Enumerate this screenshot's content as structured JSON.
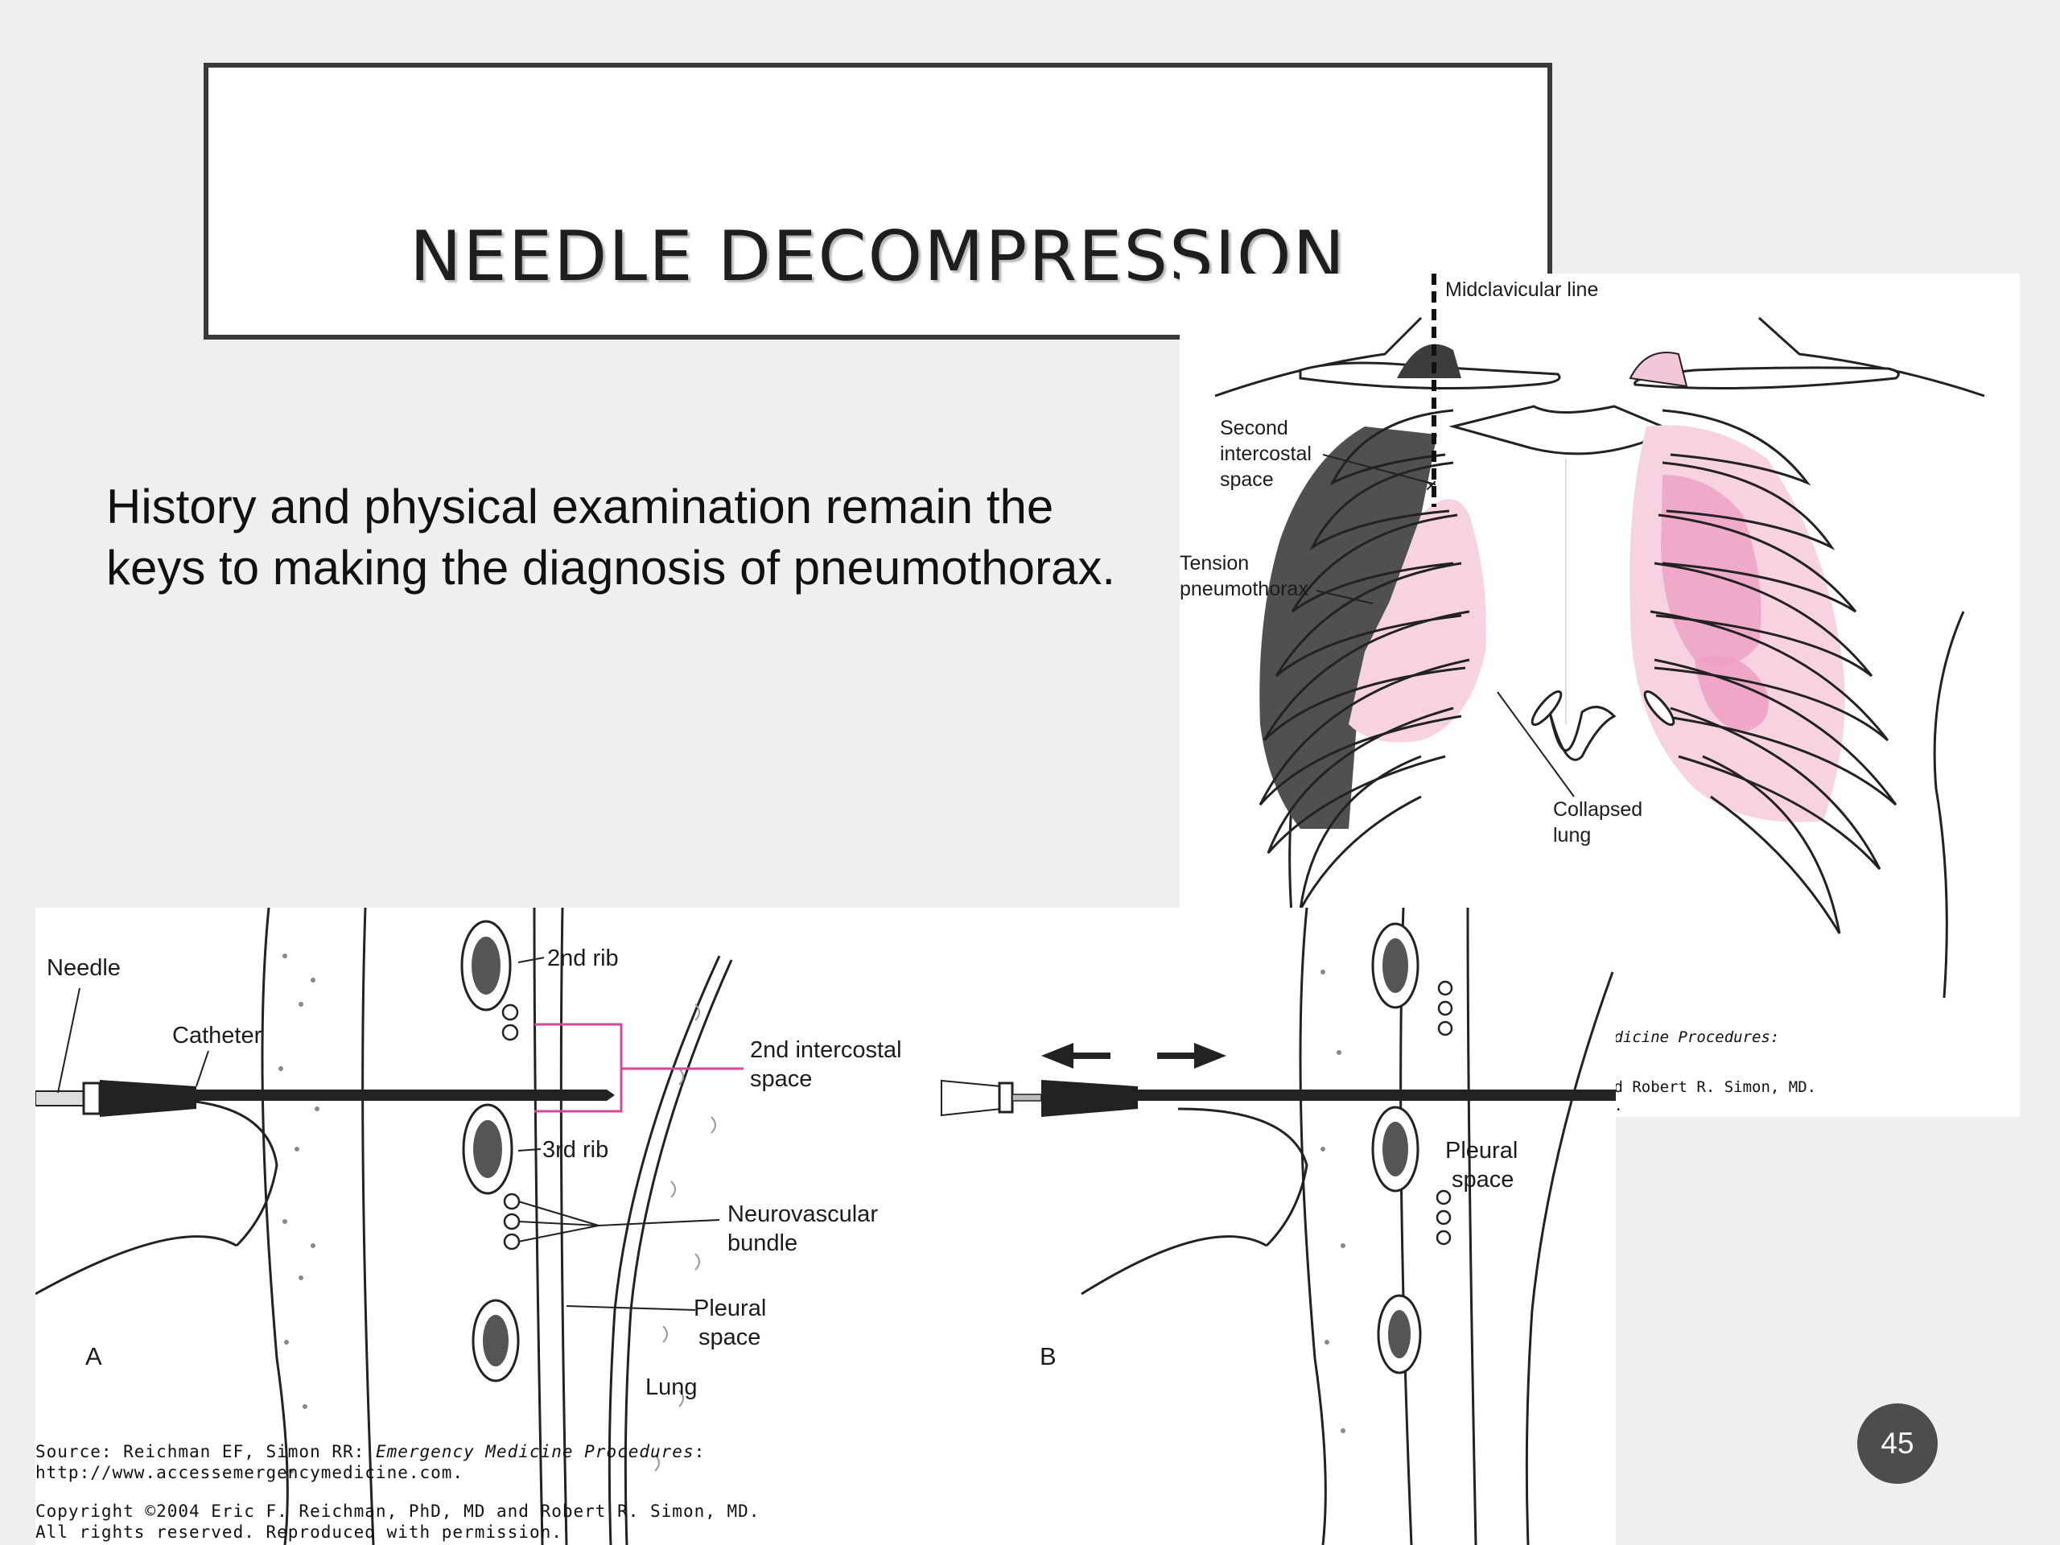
{
  "slide": {
    "title": "NEEDLE DECOMPRESSION",
    "body": "History and physical examination remain the keys to making the diagnosis of pneumothorax.",
    "page_number": "45"
  },
  "chest_figure": {
    "labels": {
      "midclavicular": "Midclavicular line",
      "second_ic_1": "Second",
      "second_ic_2": "intercostal",
      "second_ic_3": "space",
      "tension_1": "Tension",
      "tension_2": "pneumothorax",
      "collapsed_1": "Collapsed",
      "collapsed_2": "lung"
    },
    "partial_caption_1": "edicine Procedures:",
    "partial_caption_2": "nd Robert R. Simon, MD.",
    "partial_caption_3": "n."
  },
  "cross_section": {
    "labels": {
      "needle": "Needle",
      "catheter": "Catheter",
      "rib2": "2nd rib",
      "rib3": "3rd rib",
      "ic_space_1": "2nd intercostal",
      "ic_space_2": "space",
      "nv_1": "Neurovascular",
      "nv_2": "bundle",
      "pleural_a_1": "Pleural",
      "pleural_a_2": "space",
      "lung": "Lung",
      "panel_a": "A",
      "panel_b": "B",
      "pleural_b_1": "Pleural",
      "pleural_b_2": "space"
    },
    "highlight_color": "#d4489a"
  },
  "source": {
    "line1_prefix": "Source: Reichman EF, Simon RR: ",
    "line1_italic": "Emergency Medicine Procedures",
    "line1_suffix": ":",
    "line2": "http://www.accessemergencymedicine.com.",
    "line3": "Copyright ©2004 Eric F. Reichman, PhD, MD and Robert R. Simon, MD.",
    "line4": "All rights reserved. Reproduced with permission."
  },
  "colors": {
    "background": "#efefef",
    "collapsed_lung_pink": "#f7d3e2",
    "lung_pink_dark": "#ee9cc0",
    "tension_dark": "#505050",
    "page_badge": "#4d4d4d"
  }
}
